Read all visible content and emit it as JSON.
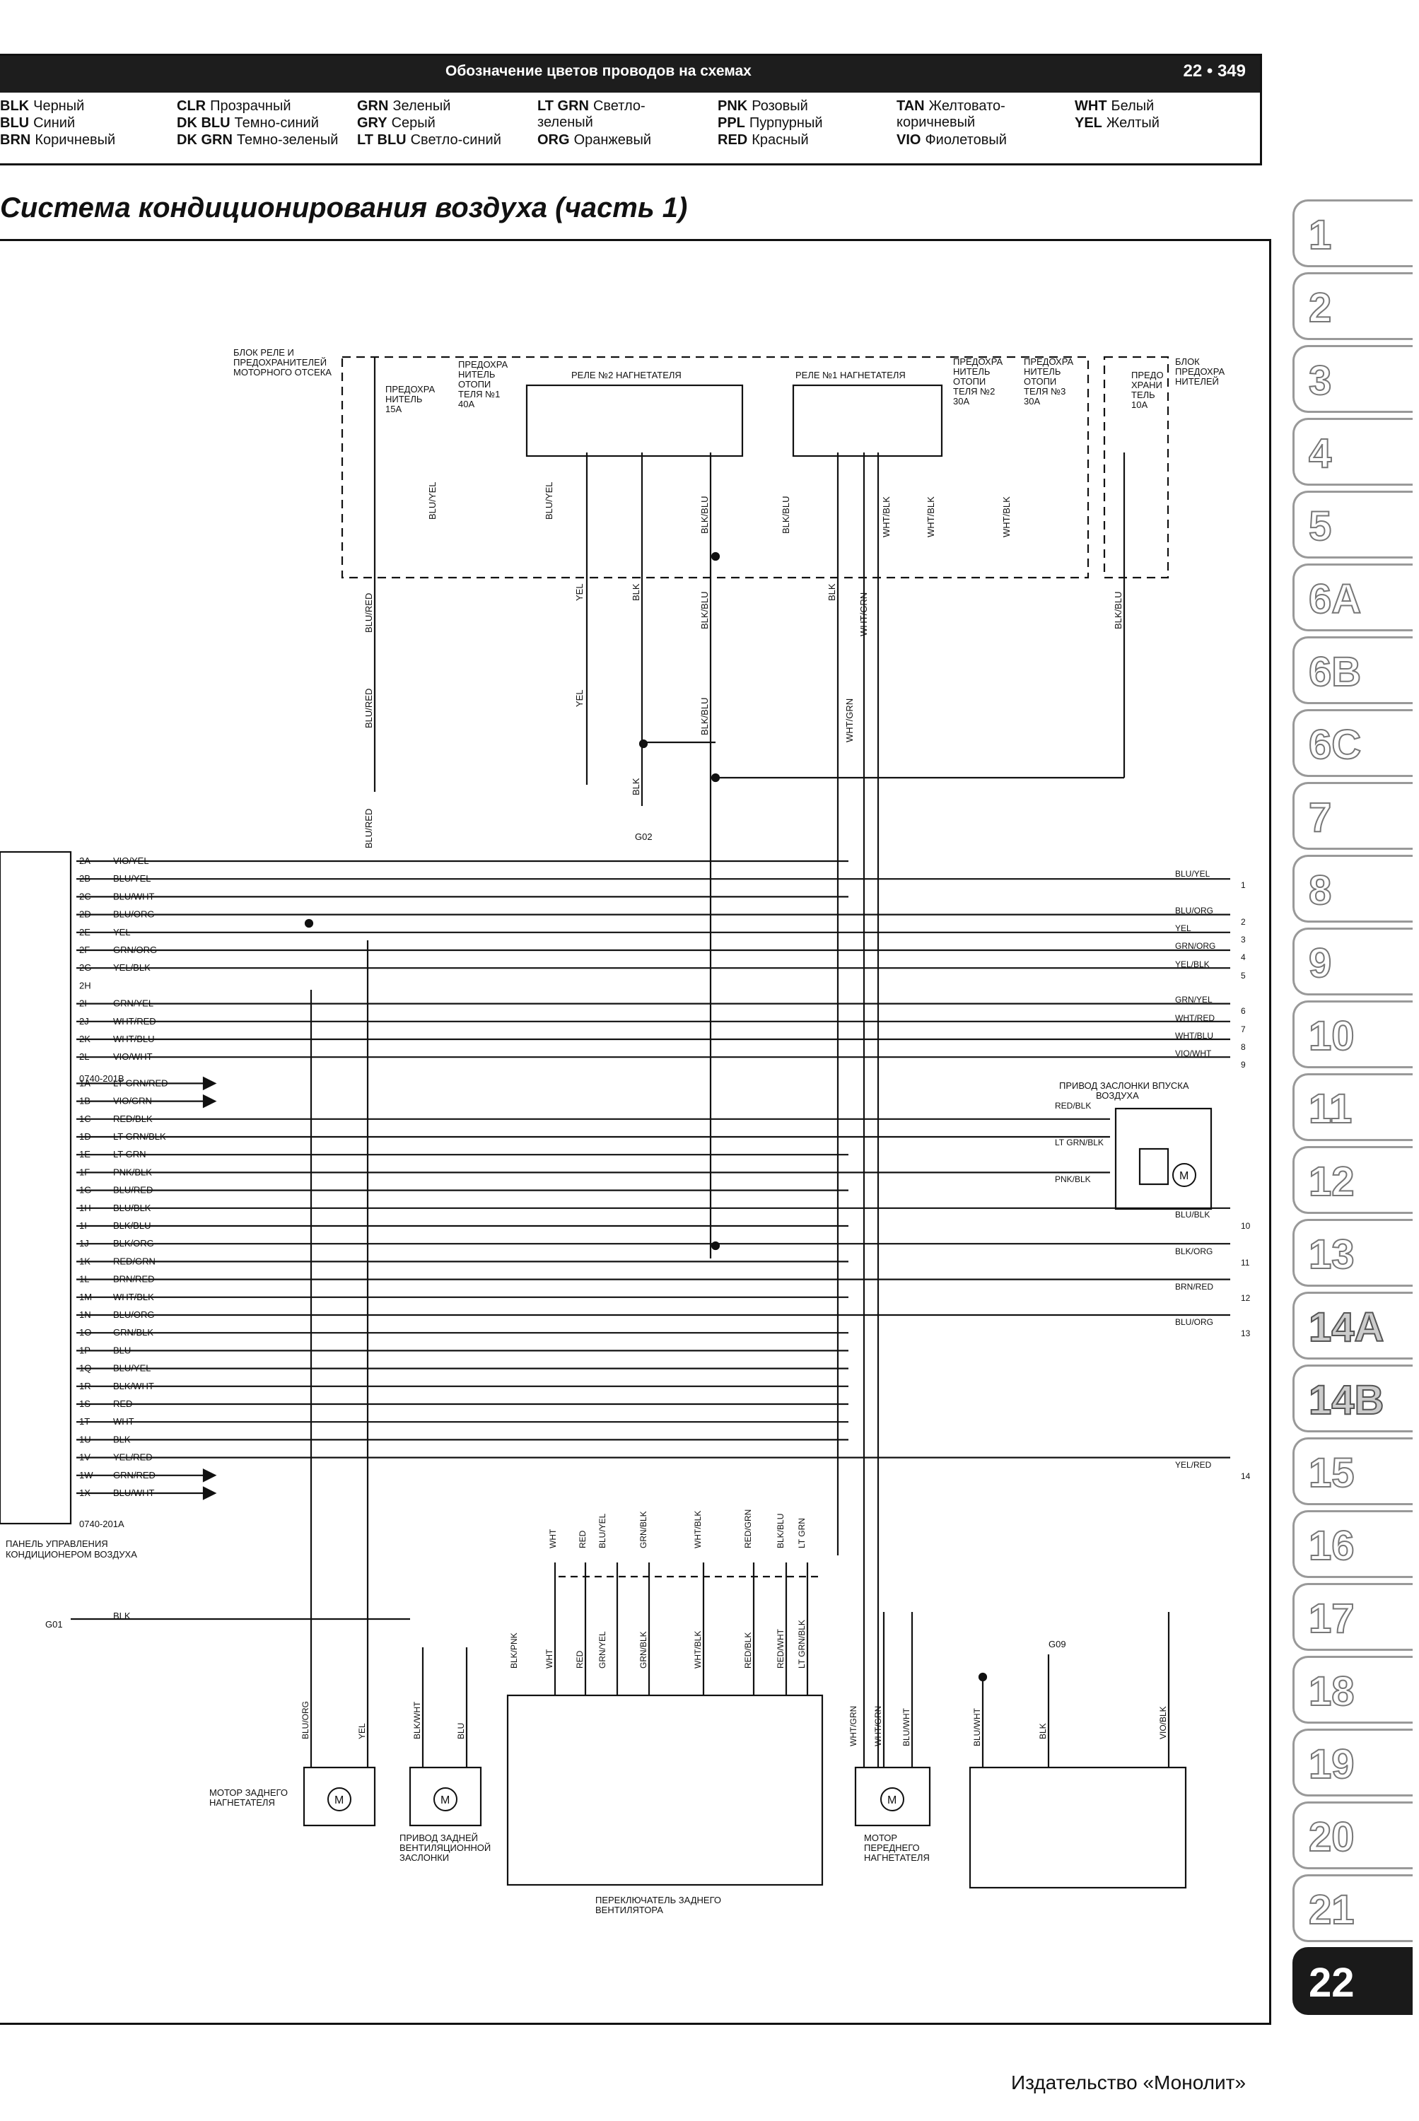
{
  "header": {
    "title": "Обозначение цветов проводов на схемах",
    "page": "22 • 349"
  },
  "legend": [
    {
      "code": "BLK",
      "name": "Черный"
    },
    {
      "code": "BLU",
      "name": "Синий"
    },
    {
      "code": "BRN",
      "name": "Коричневый"
    },
    {
      "code": "CLR",
      "name": "Прозрачный"
    },
    {
      "code": "DK BLU",
      "name": "Темно-синий"
    },
    {
      "code": "DK GRN",
      "name": "Темно-зеленый"
    },
    {
      "code": "GRN",
      "name": "Зеленый"
    },
    {
      "code": "GRY",
      "name": "Серый"
    },
    {
      "code": "LT BLU",
      "name": "Светло-синий"
    },
    {
      "code": "LT GRN",
      "name": "Светло-зеленый"
    },
    {
      "code": "ORG",
      "name": "Оранжевый"
    },
    {
      "code": "PNK",
      "name": "Розовый"
    },
    {
      "code": "PPL",
      "name": "Пурпурный"
    },
    {
      "code": "RED",
      "name": "Красный"
    },
    {
      "code": "TAN",
      "name": "Желтовато-коричневый"
    },
    {
      "code": "VIO",
      "name": "Фиолетовый"
    },
    {
      "code": "WHT",
      "name": "Белый"
    },
    {
      "code": "YEL",
      "name": "Желтый"
    }
  ],
  "diagram_title": "Система кондиционирования воздуха (часть 1)",
  "tabs": [
    "1",
    "2",
    "3",
    "4",
    "5",
    "6A",
    "6B",
    "6C",
    "7",
    "8",
    "9",
    "10",
    "11",
    "12",
    "13",
    "14A",
    "14B",
    "15",
    "16",
    "17",
    "18",
    "19",
    "20",
    "21",
    "22"
  ],
  "publisher": "Издательство «Монолит»",
  "diagram": {
    "relay_box_label": "БЛОК РЕЛЕ И ПРЕДОХРАНИТЕЛЕЙ МОТОРНОГО ОТСЕКА",
    "fuse_box_label": "БЛОК ПРЕДОХРАНИТЕЛЕЙ",
    "fuse_15a": "ПРЕДОХРАНИТЕЛЬ 15A",
    "fuse_40a": "ПРЕДОХРАНИТЕЛЬ ОТОПИТЕЛЯ №1 40A",
    "relay2": "РЕЛЕ №2 НАГНЕТАТЕЛЯ",
    "relay1": "РЕЛЕ №1 НАГНЕТАТЕЛЯ",
    "fuse_30a_2": "ПРЕДОХРАНИТЕЛЬ ОТОПИТЕЛЯ №2 30A",
    "fuse_30a_3": "ПРЕДОХРАНИТЕЛЬ ОТОПИТЕЛЯ №3 30A",
    "fuse_10a": "ПРЕДОХРАНИТЕЛЬ 10A",
    "panel_label": "ПАНЕЛЬ УПРАВЛЕНИЯ КОНДИЦИОНЕРОМ ВОЗДУХА",
    "connector_a": "0740-201B",
    "connector_b": "0740-201A",
    "intake_actuator": "ПРИВОД ЗАСЛОНКИ ВПУСКА ВОЗДУХА",
    "rear_blower": "МОТОР ЗАДНЕГО НАГНЕТАТЕЛЯ",
    "rear_vent": "ПРИВОД ЗАДНЕЙ ВЕНТИЛЯЦИОННОЙ ЗАСЛОНКИ",
    "rear_switch": "ПЕРЕКЛЮЧАТЕЛЬ ЗАДНЕГО ВЕНТИЛЯТОРА",
    "front_blower": "МОТОР ПЕРЕДНЕГО НАГНЕТАТЕЛЯ",
    "grounds": [
      "G02",
      "G01",
      "G09"
    ],
    "pins": [
      {
        "pin": "2A",
        "wire": "VIO/YEL"
      },
      {
        "pin": "2B",
        "wire": "BLU/YEL"
      },
      {
        "pin": "2C",
        "wire": "BLU/WHT"
      },
      {
        "pin": "2D",
        "wire": "BLU/ORG"
      },
      {
        "pin": "2E",
        "wire": "YEL"
      },
      {
        "pin": "2F",
        "wire": "GRN/ORG"
      },
      {
        "pin": "2G",
        "wire": "YEL/BLK"
      },
      {
        "pin": "2H",
        "wire": ""
      },
      {
        "pin": "2I",
        "wire": "GRN/YEL"
      },
      {
        "pin": "2J",
        "wire": "WHT/RED"
      },
      {
        "pin": "2K",
        "wire": "WHT/BLU"
      },
      {
        "pin": "2L",
        "wire": "VIO/WHT"
      },
      {
        "pin": "1A",
        "wire": "LT GRN/RED"
      },
      {
        "pin": "1B",
        "wire": "VIO/GRN"
      },
      {
        "pin": "1C",
        "wire": "RED/BLK"
      },
      {
        "pin": "1D",
        "wire": "LT GRN/BLK"
      },
      {
        "pin": "1E",
        "wire": "LT GRN"
      },
      {
        "pin": "1F",
        "wire": "PNK/BLK"
      },
      {
        "pin": "1G",
        "wire": "BLU/RED"
      },
      {
        "pin": "1H",
        "wire": "BLU/BLK"
      },
      {
        "pin": "1I",
        "wire": "BLK/BLU"
      },
      {
        "pin": "1J",
        "wire": "BLK/ORG"
      },
      {
        "pin": "1K",
        "wire": "RED/GRN"
      },
      {
        "pin": "1L",
        "wire": "BRN/RED"
      },
      {
        "pin": "1M",
        "wire": "WHT/BLK"
      },
      {
        "pin": "1N",
        "wire": "BLU/ORG"
      },
      {
        "pin": "1O",
        "wire": "GRN/BLK"
      },
      {
        "pin": "1P",
        "wire": "BLU"
      },
      {
        "pin": "1Q",
        "wire": "BLU/YEL"
      },
      {
        "pin": "1R",
        "wire": "BLK/WHT"
      },
      {
        "pin": "1S",
        "wire": "RED"
      },
      {
        "pin": "1T",
        "wire": "WHT"
      },
      {
        "pin": "1U",
        "wire": "BLK"
      },
      {
        "pin": "1V",
        "wire": "YEL/RED"
      },
      {
        "pin": "1W",
        "wire": "GRN/RED"
      },
      {
        "pin": "1X",
        "wire": "BLU/WHT"
      }
    ],
    "right_labels": [
      {
        "n": "1",
        "wire": "BLU/YEL"
      },
      {
        "n": "2",
        "wire": "BLU/ORG"
      },
      {
        "n": "3",
        "wire": "YEL"
      },
      {
        "n": "4",
        "wire": "GRN/ORG"
      },
      {
        "n": "5",
        "wire": "YEL/BLK"
      },
      {
        "n": "6",
        "wire": "GRN/YEL"
      },
      {
        "n": "7",
        "wire": "WHT/RED"
      },
      {
        "n": "8",
        "wire": "WHT/BLU"
      },
      {
        "n": "9",
        "wire": "VIO/WHT"
      },
      {
        "n": "10",
        "wire": "BLU/BLK"
      },
      {
        "n": "11",
        "wire": "BLK/ORG"
      },
      {
        "n": "12",
        "wire": "BRN/RED"
      },
      {
        "n": "13",
        "wire": "BLU/ORG"
      },
      {
        "n": "14",
        "wire": "YEL/RED"
      }
    ],
    "actuator_wires": [
      "RED/BLK",
      "LT GRN/BLK",
      "PNK/BLK"
    ]
  }
}
